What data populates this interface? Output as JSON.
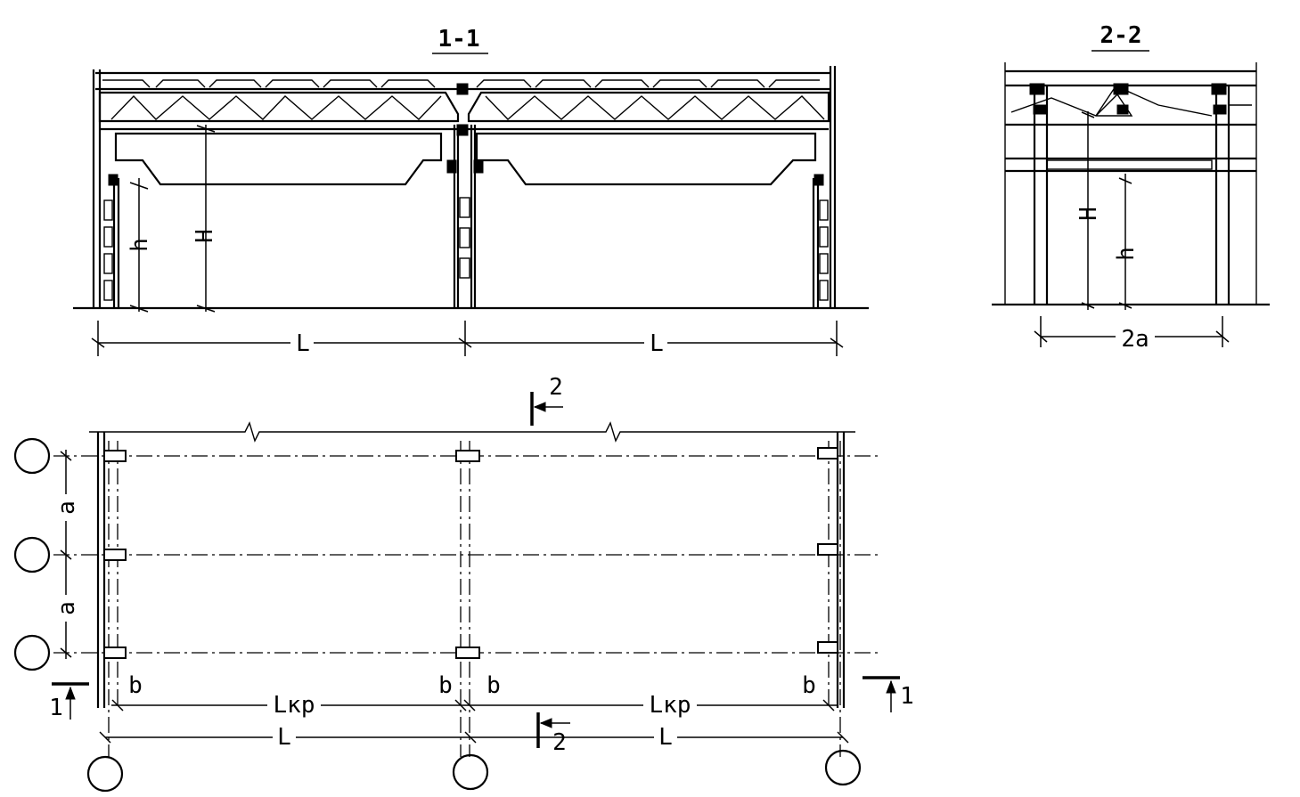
{
  "sections": {
    "section_1_1": {
      "title": "1-1",
      "H": "H",
      "h": "h",
      "span_left": "L",
      "span_right": "L"
    },
    "section_2_2": {
      "title": "2-2",
      "H": "H",
      "h": "h",
      "span": "2a"
    }
  },
  "plan": {
    "pitch_top": "a",
    "pitch_bottom": "a",
    "b_1": "b",
    "b_2": "b",
    "b_3": "b",
    "b_4": "b",
    "crane_span_left": "Lкр",
    "crane_span_right": "Lкр",
    "span_left": "L",
    "span_right": "L",
    "cut_2_top": "2",
    "cut_2_bottom": "2",
    "cut_1_left": "1",
    "cut_1_right": "1"
  }
}
